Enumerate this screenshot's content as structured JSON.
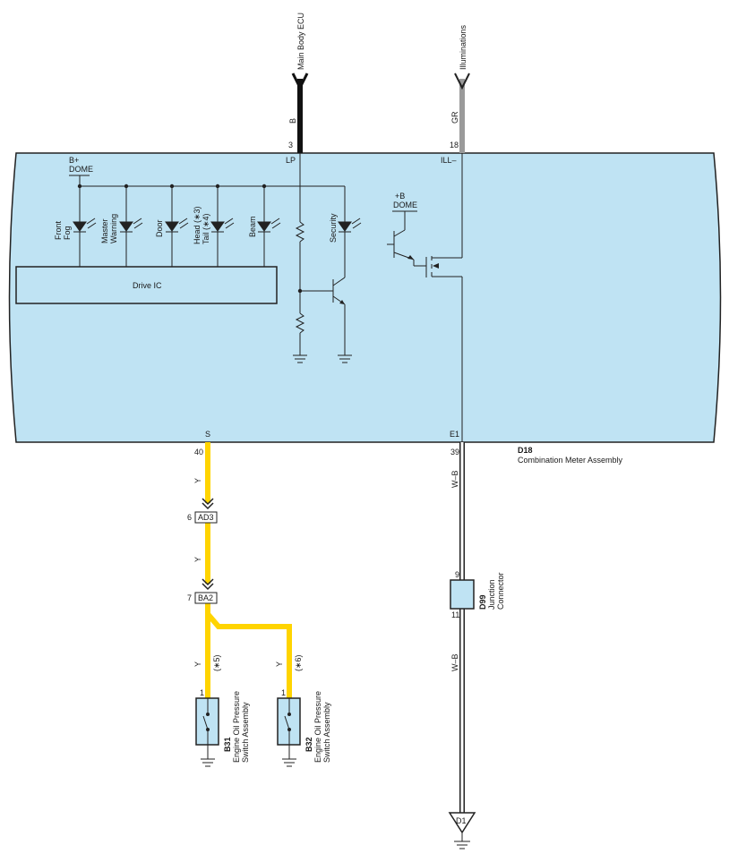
{
  "colors": {
    "meter_fill": "#bfe3f3",
    "wire_yellow": "#ffd400",
    "wire_black": "#111111",
    "wire_gray": "#9a9a9a",
    "wire_white_black": "#ffffff",
    "line": "#222222"
  },
  "top_wires": {
    "main_body": {
      "dest": "Main Body ECU",
      "color_code": "B",
      "pin": "3",
      "terminal": "LP"
    },
    "illum": {
      "dest": "Illuminations",
      "color_code": "GR",
      "pin": "18",
      "terminal": "ILL–"
    }
  },
  "meter": {
    "power": {
      "line1": "B+",
      "line2": "DOME"
    },
    "power2": {
      "line1": "+B",
      "line2": "DOME"
    },
    "leds": {
      "fog1": "Front",
      "fog2": "Fog",
      "master1": "Master",
      "master2": "Warning",
      "door": "Door",
      "head1": "Head (∗3)",
      "head2": "Tail (∗4)",
      "beam": "Beam",
      "security": "Security"
    },
    "drive_ic": "Drive IC",
    "terminal_s": "S",
    "terminal_e1": "E1",
    "code": "D18",
    "name": "Combination Meter Assembly"
  },
  "left_branch": {
    "pin40": "40",
    "wire_y1": "Y",
    "ad3_pin": "6",
    "ad3": "AD3",
    "wire_y2": "Y",
    "ba2_pin": "7",
    "ba2": "BA2",
    "b31_wire": "Y",
    "b31_note": "(∗5)",
    "b31_pin": "1",
    "b31_code": "B31",
    "b31_name1": "Engine Oil Pressure",
    "b31_name2": "Switch Assembly",
    "b32_wire": "Y",
    "b32_note": "(∗6)",
    "b32_pin": "1",
    "b32_code": "B32",
    "b32_name1": "Engine Oil Pressure",
    "b32_name2": "Switch Assembly"
  },
  "right_branch": {
    "pin39": "39",
    "wire_wb1": "W–B",
    "d99_pin_in": "9",
    "d99_pin_out": "11",
    "d99_code": "D99",
    "d99_name1": "Junction",
    "d99_name2": "Connector",
    "wire_wb2": "W–B",
    "ground": "D1"
  }
}
